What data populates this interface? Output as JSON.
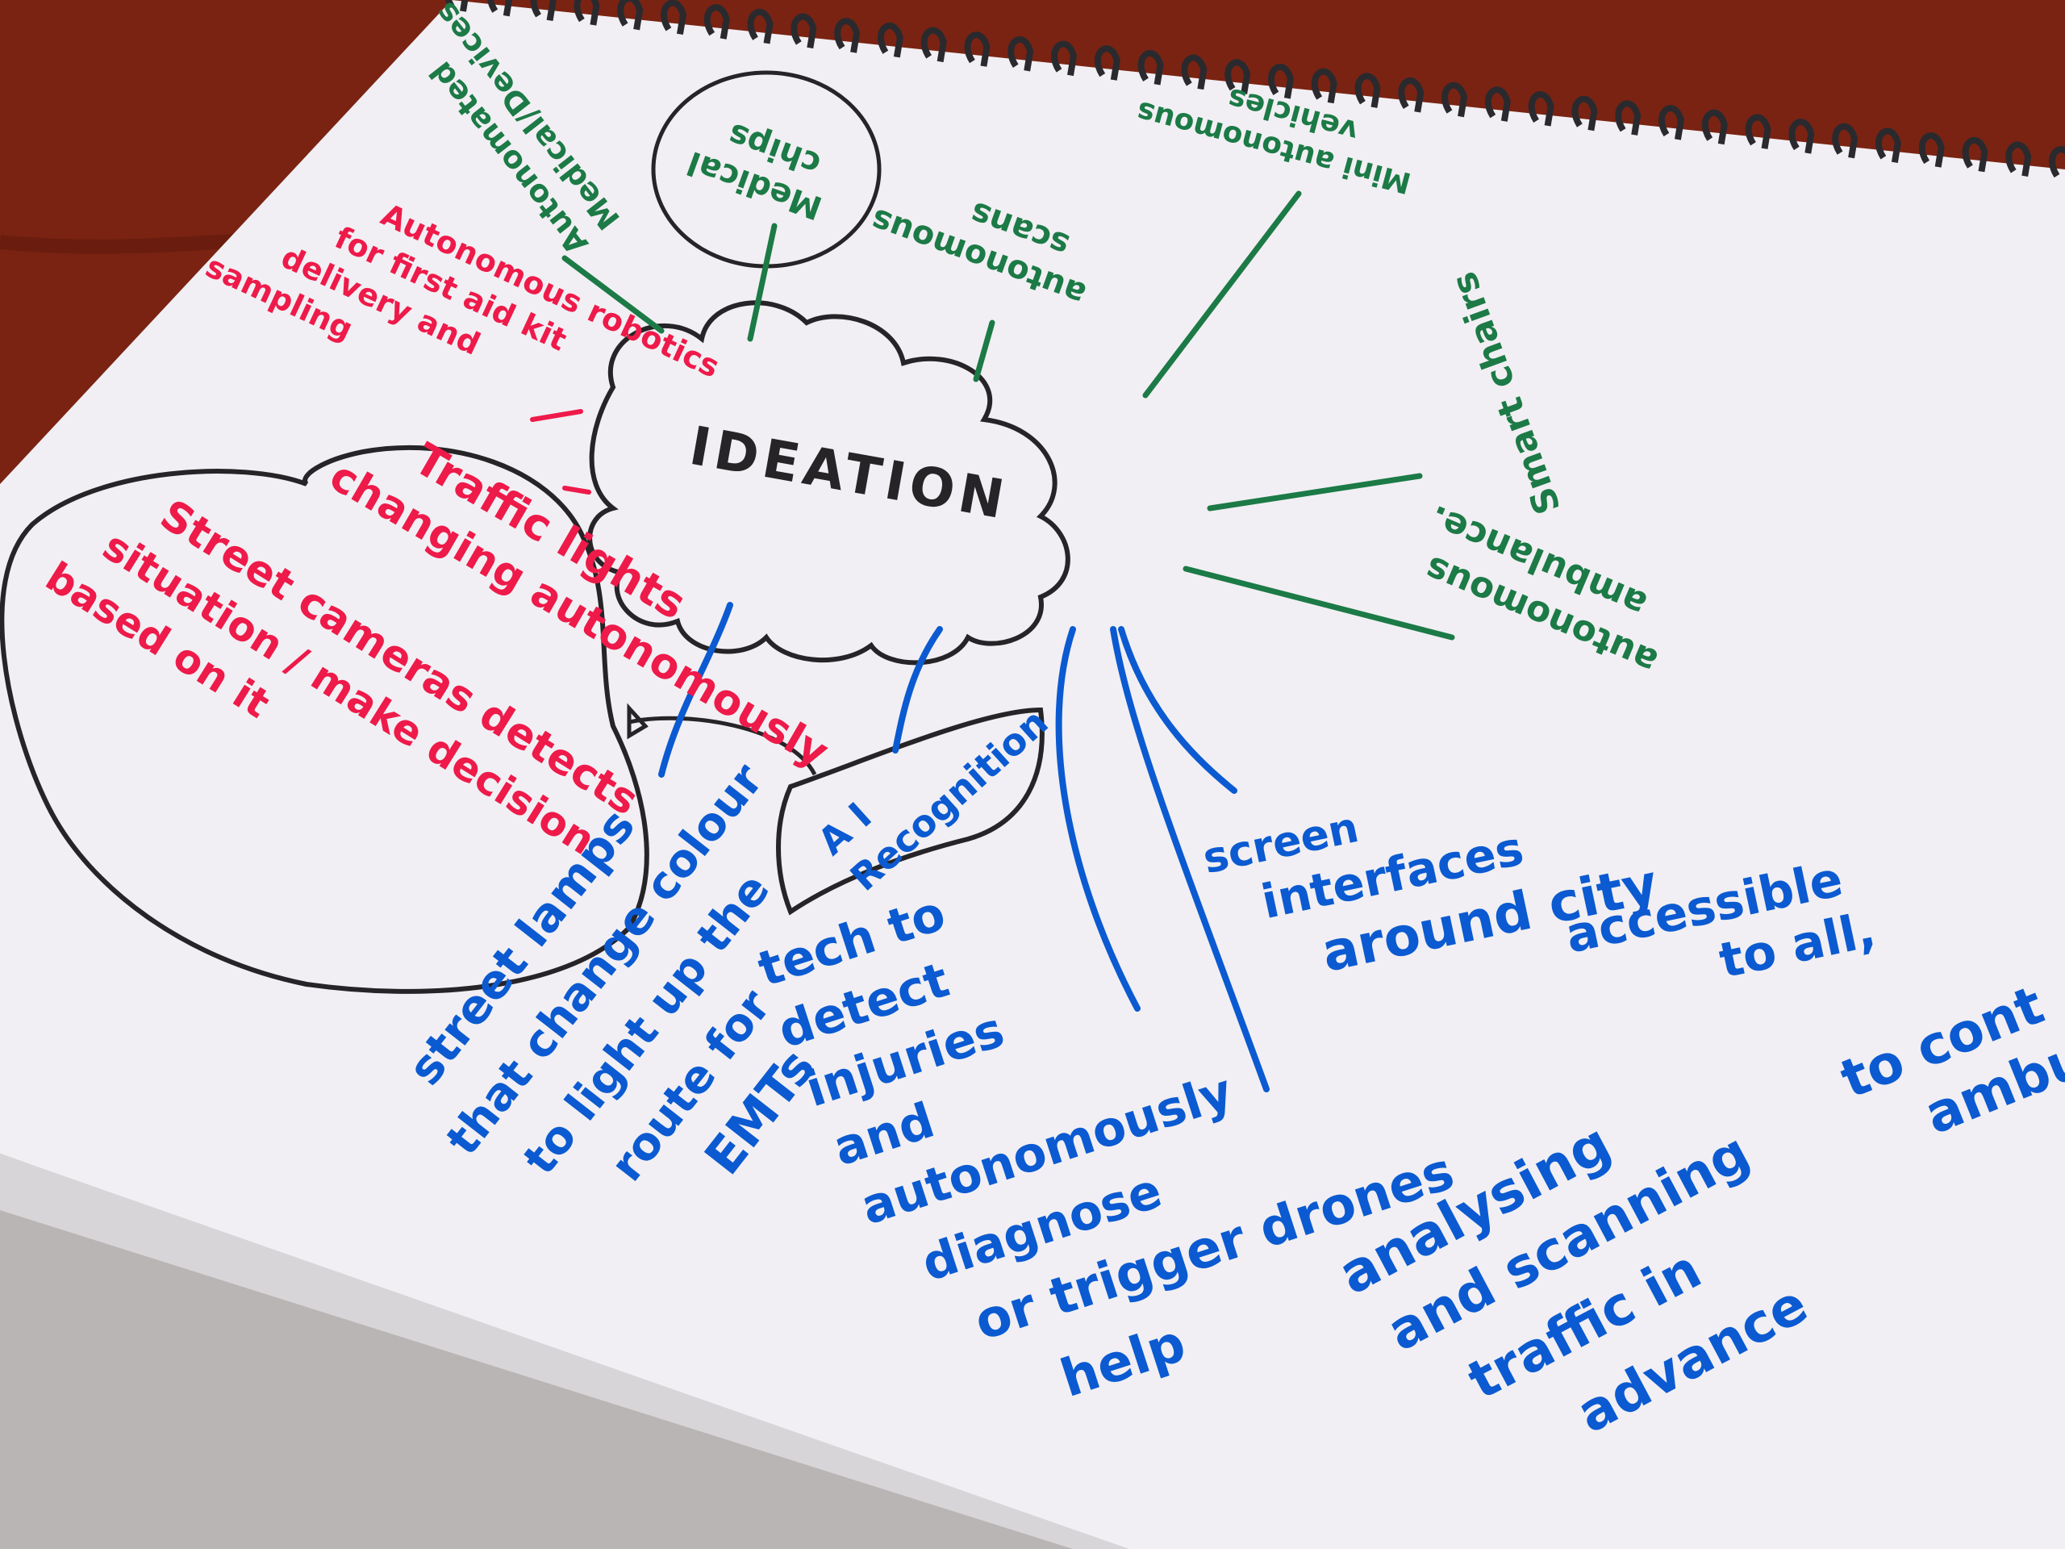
{
  "scene": {
    "colors": {
      "table": "#7a2312",
      "table_dark": "#4e1309",
      "paper": "#f1eff3",
      "paper_shadow": "#c9c6cc",
      "spiral": "#2a2a2e",
      "black_ink": "#262426",
      "green_ink": "#1c7a46",
      "red_ink": "#ee1a4a",
      "blue_ink": "#0b5ad1"
    }
  },
  "center": {
    "label": "IDEATION"
  },
  "green_notes": {
    "medical_chips": [
      "Medical",
      "chips"
    ],
    "autonomated_medical_devices": [
      "Autonomated",
      "Medical/Devices"
    ],
    "autonomous_scans": [
      "autonomous",
      "scans"
    ],
    "mini_autonomous_vehicles": [
      "Mini autonomous",
      "vehicles"
    ],
    "smart_chairs": [
      "Smart chairs"
    ],
    "autonomous_ambulance": [
      "autonomous",
      "ambulance."
    ]
  },
  "red_notes": {
    "robotics": [
      "Autonomous robotics",
      "for first aid kit",
      "delivery and",
      "sampling"
    ],
    "traffic_lights": [
      "Traffic lights",
      "changing autonomously"
    ],
    "street_cameras": [
      "Street cameras detects",
      "situation / make decision",
      "based on it"
    ]
  },
  "blue_notes": {
    "ai_recognition": [
      "A I",
      "Recognition"
    ],
    "street_lamps": [
      "street lamps",
      "that change colour",
      "to light up the",
      "route for",
      "EMTs"
    ],
    "tech_to_detect": [
      "tech to",
      "detect",
      "injuries",
      "and",
      "autonomously",
      "diagnose",
      "or trigger drones",
      "help"
    ],
    "screen_interfaces": [
      "screen",
      "interfaces",
      "around city",
      "accessible",
      "to all,"
    ],
    "analysing": [
      "analysing",
      "and scanning",
      "traffic in",
      "advance"
    ],
    "to_control": [
      "to cont",
      "ambu"
    ]
  }
}
